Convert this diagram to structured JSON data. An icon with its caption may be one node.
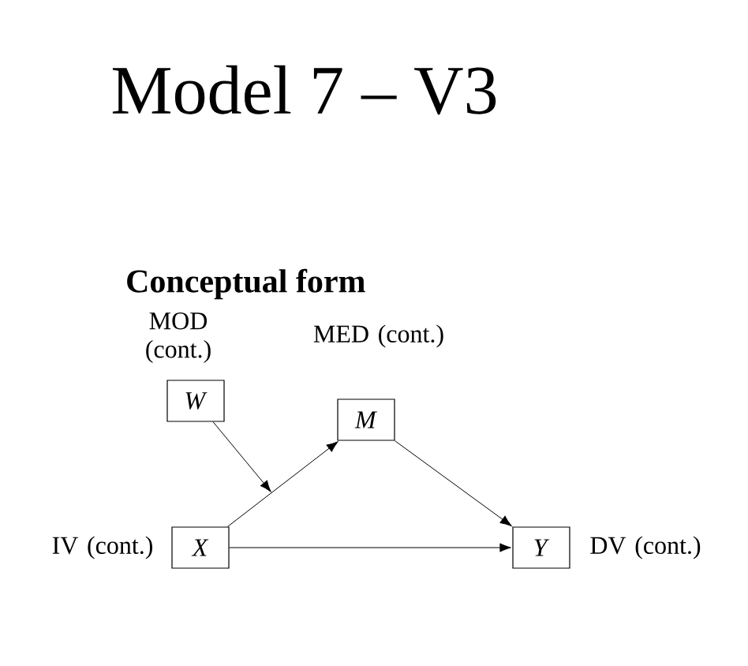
{
  "diagram": {
    "title": "Model 7 – V3",
    "nodes": [
      {
        "text": [
          "*W*"
        ],
        "beside": [
          "MOD (cont.)"
        ]
      },
      {
        "text": [
          "*M*"
        ],
        "beside": [
          "MED (cont.)"
        ]
      },
      {
        "text": [
          "*X*"
        ],
        "beside": [
          "IV (cont.)"
        ]
      },
      {
        "text": [
          "*Y*"
        ],
        "beside": [
          "DV (cont.)"
        ]
      }
    ],
    "edges": [
      {
        "from": 0,
        "to": null,
        "arrow": "to"
      },
      {
        "from": 2,
        "to": 1,
        "arrow": "to"
      },
      {
        "from": 1,
        "to": 3,
        "arrow": "to"
      },
      {
        "from": 2,
        "to": 3,
        "arrow": "to"
      }
    ],
    "labels": [
      "Conceptual form"
    ]
  }
}
